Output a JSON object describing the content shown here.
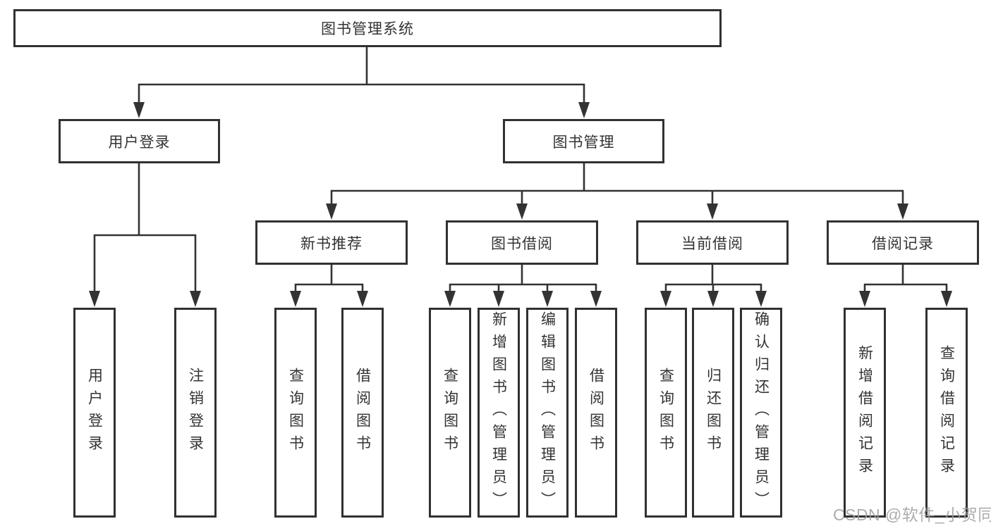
{
  "colors": {
    "line": "#333333",
    "box_border": "#313131",
    "box_fill": "#ffffff",
    "text": "#333333",
    "watermark": "#9e9e9e"
  },
  "root": {
    "label": "图书管理系统"
  },
  "branches": [
    {
      "label": "用户登录",
      "children": [
        {
          "label": "用户登录"
        },
        {
          "label": "注销登录"
        }
      ]
    },
    {
      "label": "图书管理",
      "children": [
        {
          "label": "新书推荐",
          "children": [
            {
              "label": "查询图书"
            },
            {
              "label": "借阅图书"
            }
          ]
        },
        {
          "label": "图书借阅",
          "children": [
            {
              "label": "查询图书"
            },
            {
              "label": "新增图书（管理员）"
            },
            {
              "label": "编辑图书（管理员）"
            },
            {
              "label": "借阅图书"
            }
          ]
        },
        {
          "label": "当前借阅",
          "children": [
            {
              "label": "查询图书"
            },
            {
              "label": "归还图书"
            },
            {
              "label": "确认归还（管理员）"
            }
          ]
        },
        {
          "label": "借阅记录",
          "children": [
            {
              "label": "新增借阅记录"
            },
            {
              "label": "查询借阅记录"
            }
          ]
        }
      ]
    }
  ],
  "watermark": "CSDN @软件_小贺同学"
}
